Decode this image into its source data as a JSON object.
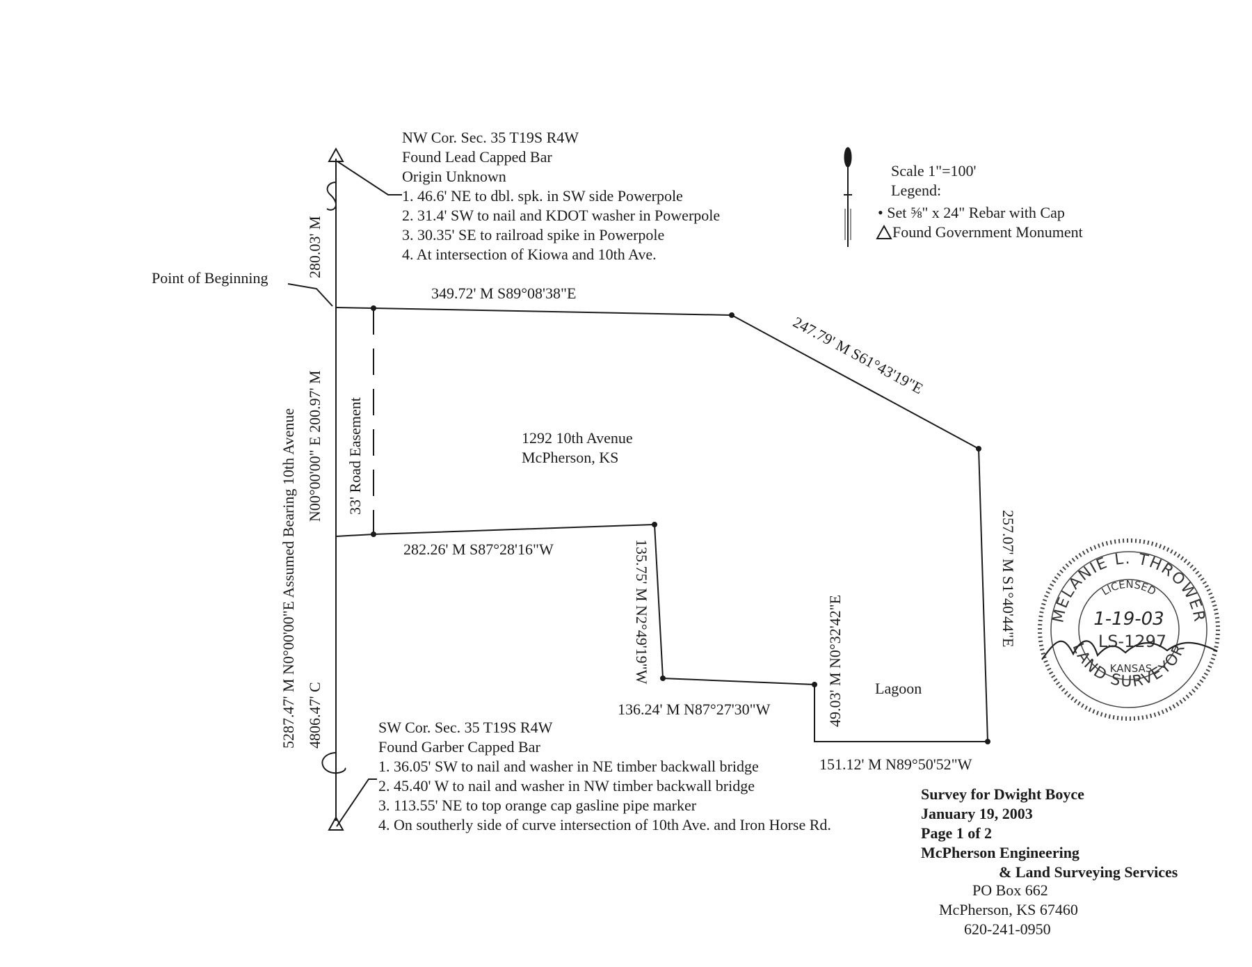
{
  "nw_corner": {
    "lines": [
      "NW Cor. Sec. 35 T19S R4W",
      "Found Lead Capped Bar",
      "Origin Unknown",
      "1.  46.6' NE to dbl. spk. in SW side Powerpole",
      "2. 31.4' SW to nail and KDOT washer in Powerpole",
      "3. 30.35' SE to railroad spike in Powerpole",
      "4. At intersection of Kiowa and 10th Ave."
    ]
  },
  "legend": {
    "scale": "Scale 1\"=100'",
    "title": "Legend:",
    "rebar": "• Set ⅝\" x 24\" Rebar with Cap",
    "monument": "Found Government Monument"
  },
  "point_of_beginning": "Point of Beginning",
  "calls": {
    "north": "349.72' M  S89°08'38\"E",
    "diagonal": "247.79' M S61°43'19\"E",
    "east": "257.07' M S1°40'44\"E",
    "south_east": "151.12' M N89°50'52\"W",
    "lagoon_west": "49.03' M N0°32'42\"E",
    "middle_south": "136.24' M N87°27'30\"W",
    "middle_up": "135.75' M N2°49'19\"W",
    "west_return": "282.26' M S87°28'16\"W",
    "west_top": "280.03' M",
    "west_main": "N00°00'00\" E 200.97' M",
    "section_line_1": "5287.47' M N0°00'00\"E Assumed Bearing 10th Avenue",
    "section_line_2": "4806.47' C"
  },
  "easement": "33' Road Easement",
  "address": {
    "line1": "1292 10th Avenue",
    "line2": "McPherson, KS"
  },
  "lagoon": "Lagoon",
  "sw_corner": {
    "lines": [
      "SW Cor. Sec. 35 T19S R4W",
      "Found Garber Capped Bar",
      "1.  36.05' SW to nail and washer in NE timber backwall bridge",
      "2. 45.40' W  to nail and washer in NW timber backwall bridge",
      "3. 113.55' NE to top orange cap gasline pipe marker",
      "4. On southerly side of curve intersection of 10th Ave. and Iron Horse Rd."
    ]
  },
  "title_block": {
    "l1": "Survey for Dwight Boyce",
    "l2": "January 19, 2003",
    "l3": "Page 1 of 2",
    "l4": "McPherson Engineering",
    "l5": "& Land Surveying Services",
    "l6": "PO Box 662",
    "l7": "McPherson, KS  67460",
    "l8": "620-241-0950"
  },
  "seal": {
    "name": "MELANIE L. THROWER",
    "licensed": "LICENSED",
    "date": "1-19-03",
    "number": "LS-1297",
    "state": "KANSAS",
    "title": "LAND SURVEYOR"
  }
}
